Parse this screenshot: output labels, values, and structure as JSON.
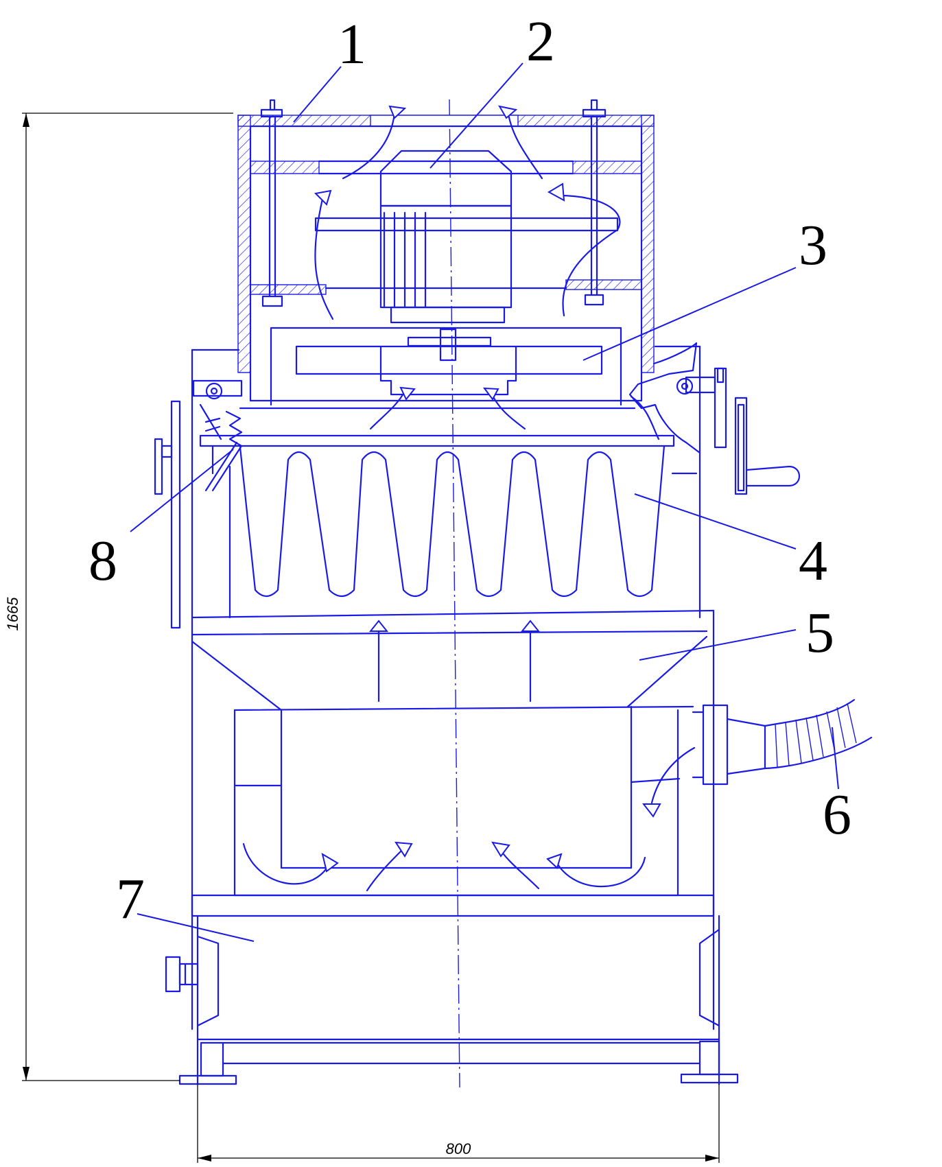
{
  "callouts": [
    {
      "id": "1",
      "label": "1"
    },
    {
      "id": "2",
      "label": "2"
    },
    {
      "id": "3",
      "label": "3"
    },
    {
      "id": "4",
      "label": "4"
    },
    {
      "id": "5",
      "label": "5"
    },
    {
      "id": "6",
      "label": "6"
    },
    {
      "id": "7",
      "label": "7"
    },
    {
      "id": "8",
      "label": "8"
    }
  ],
  "dimensions": {
    "height": "1665",
    "width": "800"
  },
  "colors": {
    "line": "#1a1ae6",
    "text": "#000000",
    "background": "#ffffff"
  }
}
